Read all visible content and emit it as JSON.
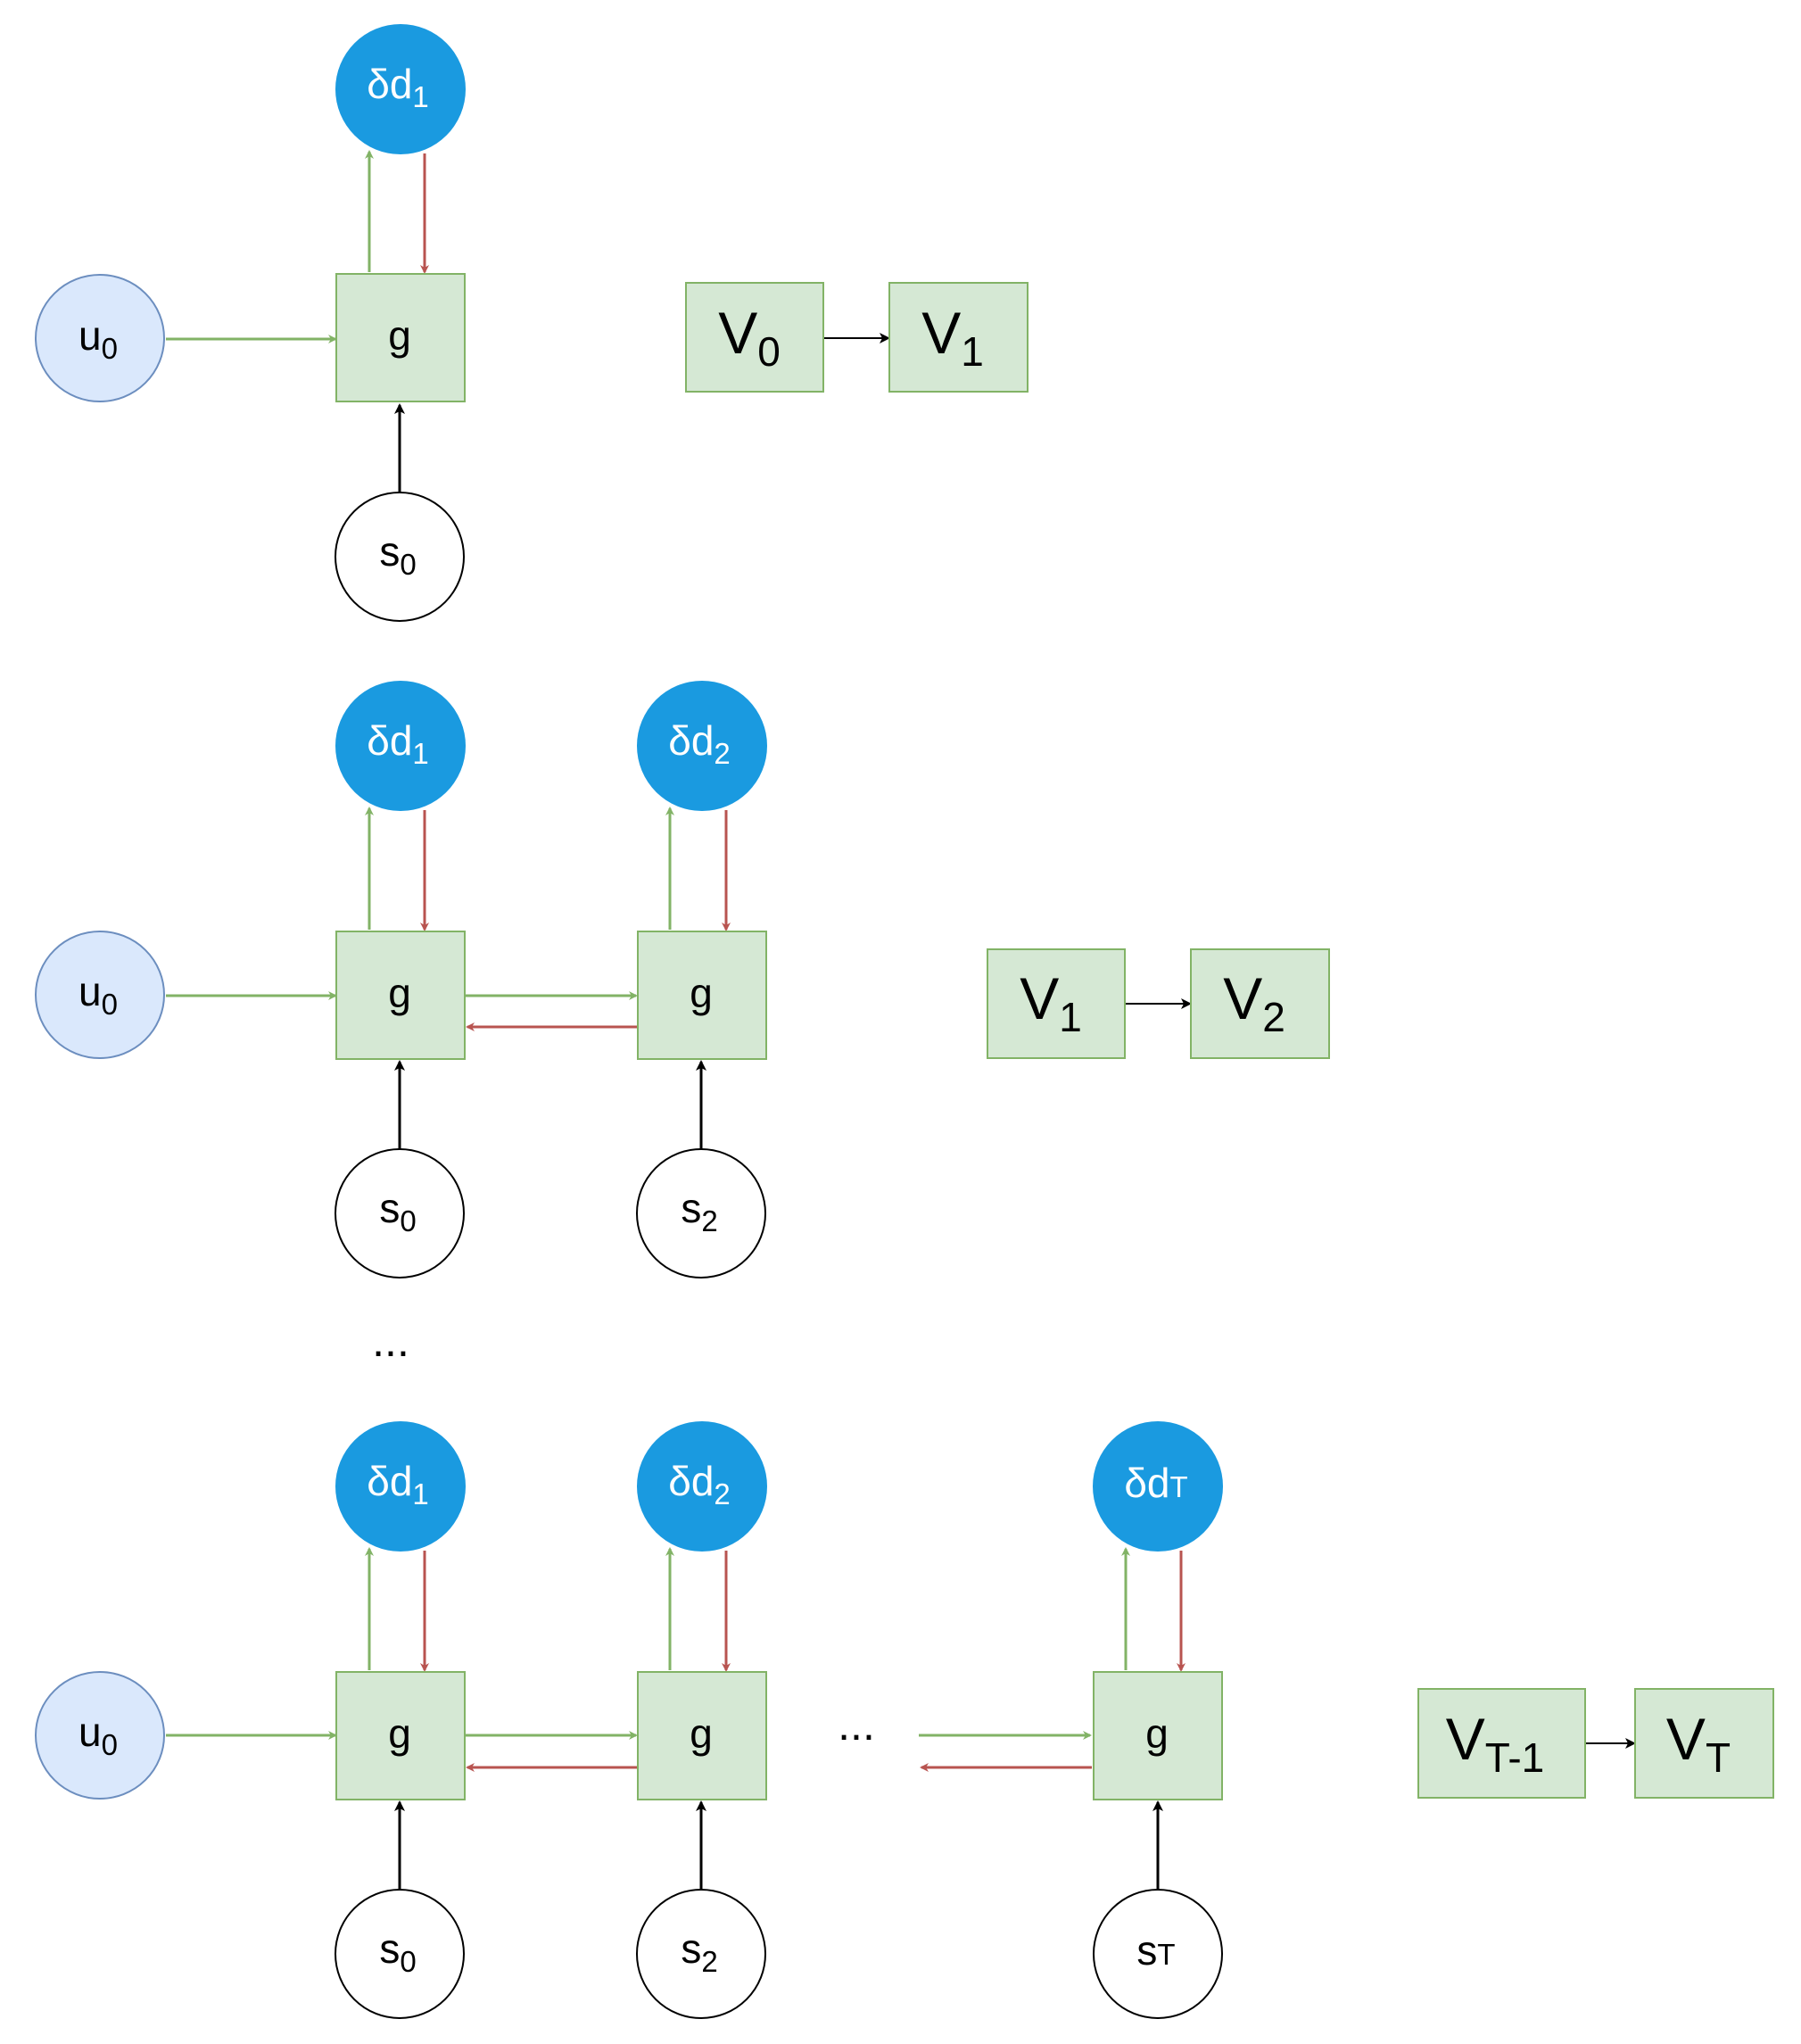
{
  "colors": {
    "green_fill": "#d5e8d4",
    "green_stroke": "#82b366",
    "blue_fill": "#1a9ae0",
    "light_blue_fill": "#dae8fc",
    "light_blue_stroke": "#6c8ebf",
    "red_arrow": "#b85450",
    "green_arrow": "#82b366",
    "black": "#000000"
  },
  "nodes": {
    "g": "g",
    "u": {
      "base": "u",
      "sub": "0"
    },
    "d1": {
      "base": "δd",
      "sub": "1"
    },
    "d2": {
      "base": "δd",
      "sub": "2"
    },
    "dT": {
      "base": "δd",
      "sub": "T"
    },
    "s0": {
      "base": "s",
      "sub": "0"
    },
    "s2": {
      "base": "s",
      "sub": "2"
    },
    "sT": {
      "base": "s",
      "sub": "T"
    }
  },
  "value_boxes": {
    "v0": {
      "base": "V",
      "sub": "0"
    },
    "v1": {
      "base": "V",
      "sub": "1"
    },
    "v2": {
      "base": "V",
      "sub": "2"
    },
    "vTm1": {
      "base": "V",
      "sub": "T-1"
    },
    "vT": {
      "base": "V",
      "sub": "T"
    }
  },
  "ellipsis": "..."
}
